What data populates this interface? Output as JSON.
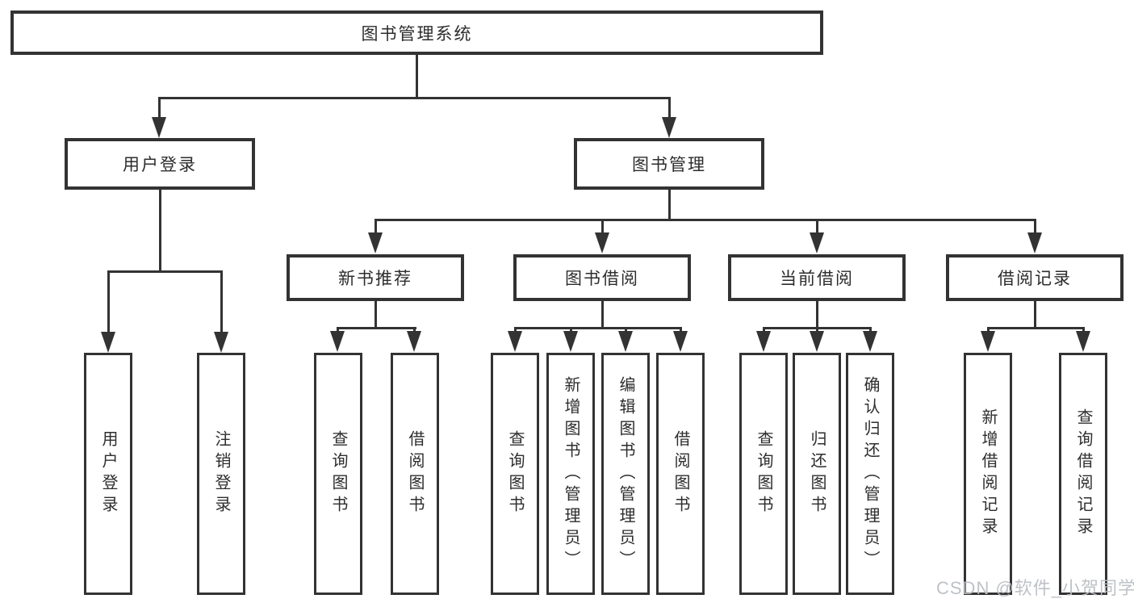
{
  "diagram": {
    "root_label": "图书管理系统",
    "level2": [
      {
        "label": "用户登录"
      },
      {
        "label": "图书管理"
      }
    ],
    "level3": [
      {
        "label": "新书推荐"
      },
      {
        "label": "图书借阅"
      },
      {
        "label": "当前借阅"
      },
      {
        "label": "借阅记录"
      }
    ],
    "leaves": {
      "user_login": [
        "用户登录",
        "注销登录"
      ],
      "new_book": [
        "查询图书",
        "借阅图书"
      ],
      "book_borrow": [
        "查询图书",
        "新增图书（管理员）",
        "编辑图书（管理员）",
        "借阅图书"
      ],
      "current_borrow": [
        "查询图书",
        "归还图书",
        "确认归还（管理员）"
      ],
      "borrow_record": [
        "新增借阅记录",
        "查询借阅记录"
      ]
    },
    "colors": {
      "line": "#333333",
      "text": "#2d2d2d",
      "background": "#ffffff",
      "watermark": "#bbbfc4"
    },
    "watermark": "CSDN @软件_小贺同学"
  }
}
